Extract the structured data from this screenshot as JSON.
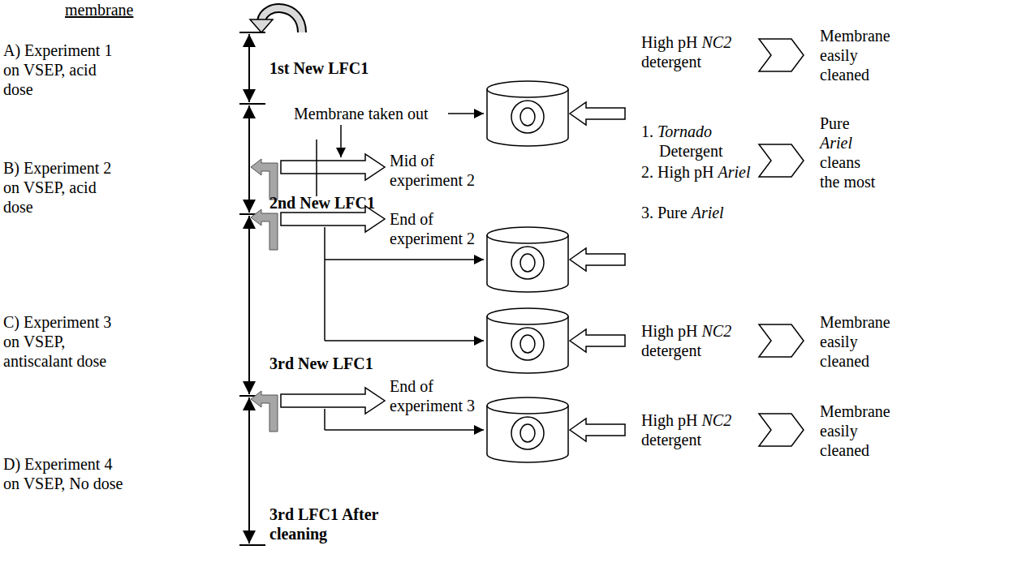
{
  "diagram": {
    "labels": [
      "membrane",
      "A) Experiment 1 on VSEP, acid dose",
      "1st New LFC1",
      "High pH NC2 detergent",
      "Membrane easily cleaned",
      "Membrane taken out",
      "B) Experiment 2 on VSEP, acid dose",
      "Mid of experiment 2",
      "1. Tornado Detergent",
      "2. High pH Ariel",
      "3. Pure Ariel",
      "Pure Ariel cleans the most",
      "2nd New LFC1",
      "End of experiment 2",
      "C) Experiment 3 on VSEP, antiscalant dose",
      "3rd New LFC1",
      "High pH NC2 detergent",
      "Membrane easily cleaned",
      "End of experiment 3",
      "D) Experiment 4 on VSEP, No dose",
      "High pH NC2 detergent",
      "Membrane easily cleaned",
      "3rd LFC1 After cleaning"
    ]
  }
}
